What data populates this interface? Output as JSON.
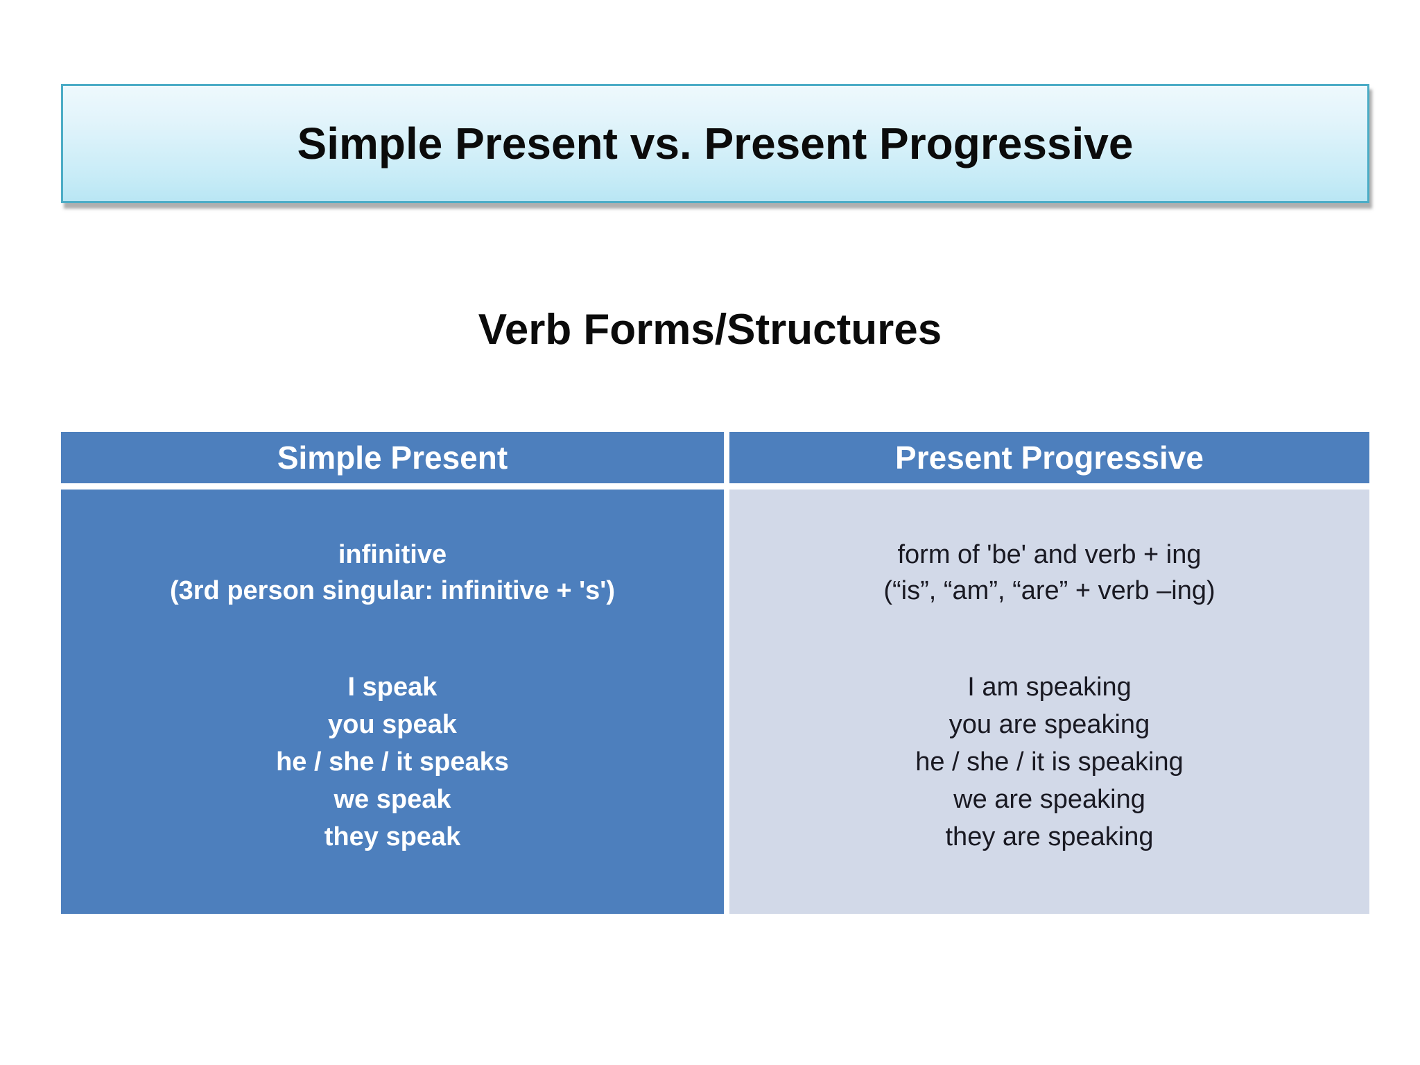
{
  "slide": {
    "title": "Simple Present vs. Present Progressive",
    "subtitle": "Verb Forms/Structures"
  },
  "table": {
    "columns": [
      {
        "header": "Simple Present",
        "structure_lines": [
          "infinitive",
          "(3rd person singular: infinitive + 's')"
        ],
        "examples": [
          "I speak",
          "you speak",
          "he / she / it speaks",
          "we speak",
          "they speak"
        ]
      },
      {
        "header": "Present Progressive",
        "structure_lines": [
          "form of 'be' and verb + ing",
          "(“is”, “am”, “are” + verb –ing)"
        ],
        "examples": [
          "I am speaking",
          "you are speaking",
          "he / she / it is speaking",
          "we are speaking",
          "they are speaking"
        ]
      }
    ]
  },
  "colors": {
    "header_bg": "#4d7fbd",
    "left_cell_bg": "#4d7fbd",
    "right_cell_bg": "#d2d9e8",
    "header_text": "#ffffff",
    "left_cell_text": "#ffffff",
    "right_cell_text": "#191922",
    "title_border": "#4bacc6",
    "title_gradient_top": "#eef9fd",
    "title_gradient_bottom": "#b9e6f4",
    "title_text": "#0b0b0b",
    "slide_background": "#ffffff"
  }
}
